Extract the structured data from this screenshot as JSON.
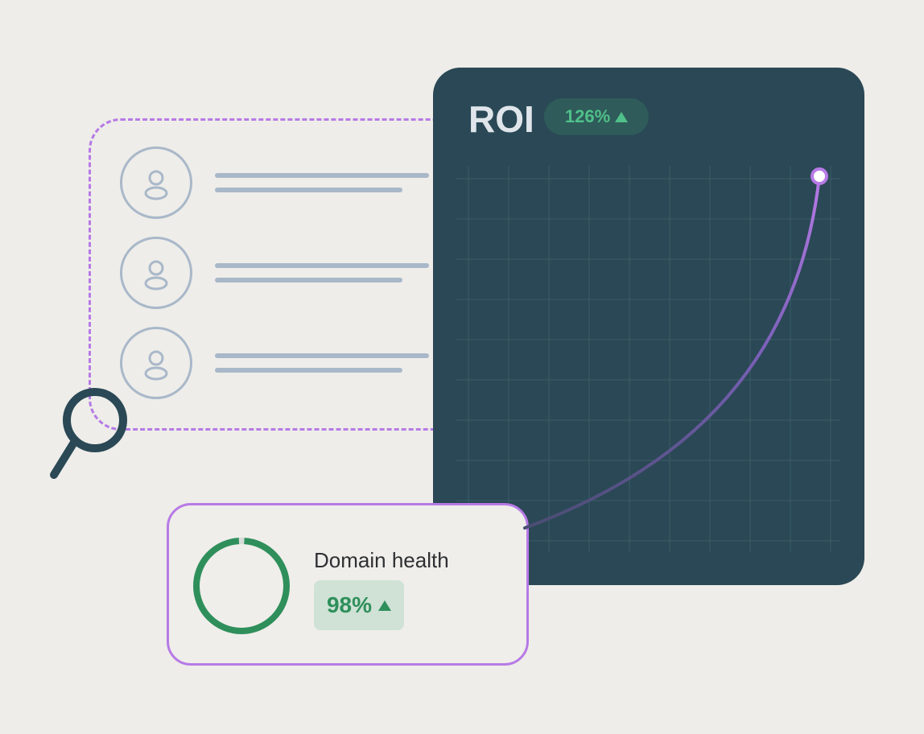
{
  "roi": {
    "title": "ROI",
    "badge_value": "126%",
    "trend": "up",
    "accent_color": "#4fc089",
    "curve_color": "#b77ae6"
  },
  "contacts": {
    "rows": [
      {
        "icon": "user-icon"
      },
      {
        "icon": "user-icon"
      },
      {
        "icon": "user-icon"
      }
    ]
  },
  "search": {
    "icon": "magnifier-icon"
  },
  "domain_health": {
    "label": "Domain health",
    "value": "98%",
    "trend": "up",
    "ring_fraction": 0.98,
    "ring_color": "#2f8f5b"
  }
}
